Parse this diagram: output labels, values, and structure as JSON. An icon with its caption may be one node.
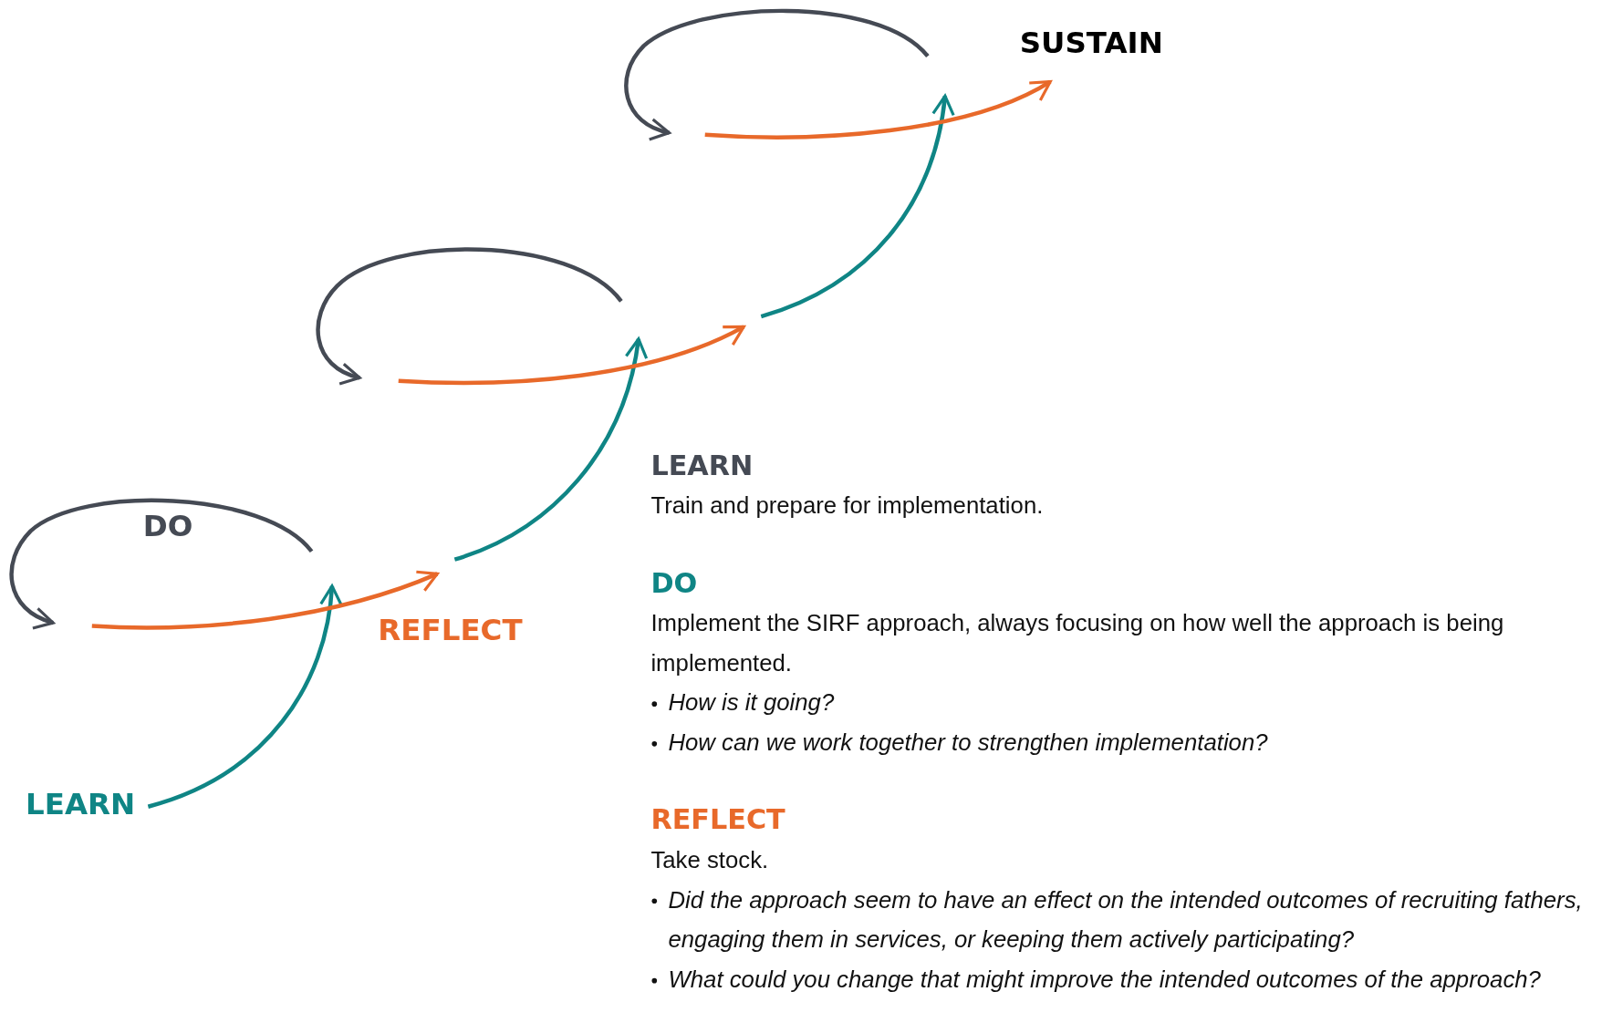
{
  "diagram": {
    "labels": [
      "SUSTAIN",
      "DO",
      "REFLECT",
      "LEARN",
      "LEARN",
      "Train and prepare for implementation.",
      "DO",
      "Implement the SIRF approach, always focusing on how well the approach is being implemented.",
      "How is it going?",
      "How can we work together to strengthen implementation?",
      "REFLECT",
      "Take stock.",
      "Did the approach seem to have an effect on the intended outcomes of recruiting fathers, engaging them in services, or keeping them actively participating?",
      "What could you change that might improve the intended outcomes of the approach?"
    ]
  }
}
